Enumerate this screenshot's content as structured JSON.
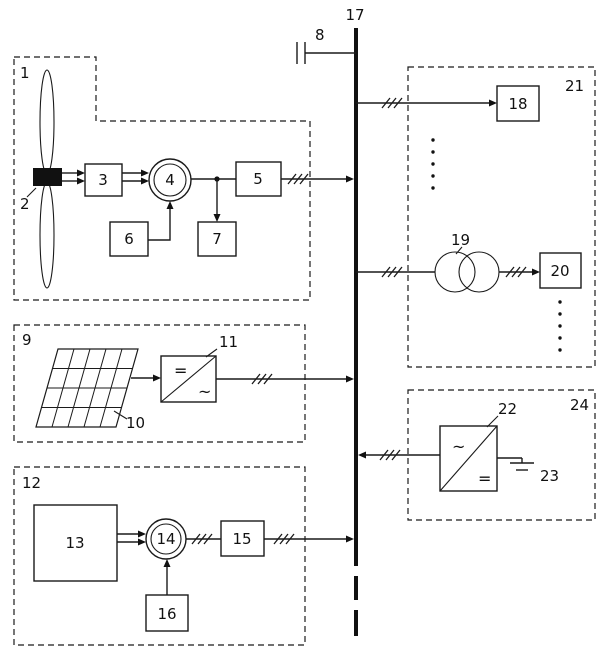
{
  "figure": {
    "labels": {
      "wind_system": "1",
      "hub": "2",
      "gearbox": "3",
      "wind_generator": "4",
      "wind_converter": "5",
      "wind_controller": "6",
      "aux_block": "7",
      "capacitor": "8",
      "pv_system": "9",
      "pv_panel": "10",
      "pv_inverter": "11",
      "genset_system": "12",
      "prime_mover": "13",
      "genset_generator": "14",
      "genset_converter": "15",
      "genset_controller": "16",
      "bus": "17",
      "load_a": "18",
      "transformer": "19",
      "load_b": "20",
      "load_group": "21",
      "storage_converter": "22",
      "battery": "23",
      "storage_group": "24"
    },
    "symbols": {
      "dc": "=",
      "ac": "~"
    }
  }
}
